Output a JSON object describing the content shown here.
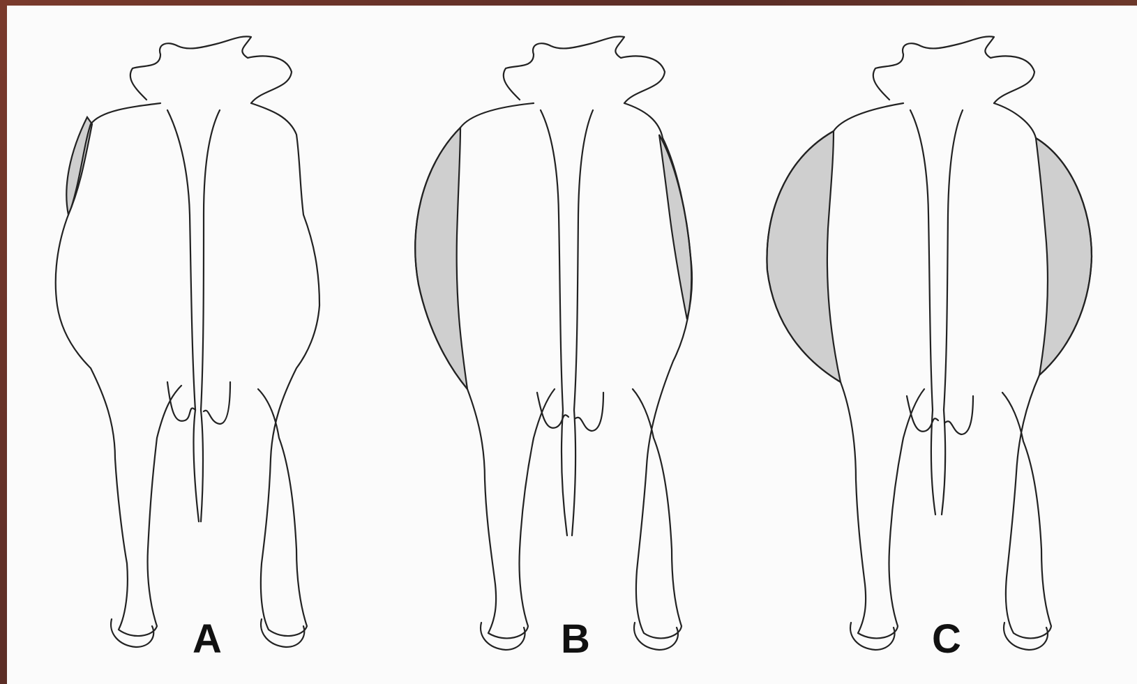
{
  "figures": [
    {
      "label": "A",
      "fat_level": "low"
    },
    {
      "label": "B",
      "fat_level": "moderate"
    },
    {
      "label": "C",
      "fat_level": "high"
    }
  ],
  "colors": {
    "fat_shading": "#cfcfcf",
    "outline": "#222222",
    "background": "#fbfbfb"
  }
}
